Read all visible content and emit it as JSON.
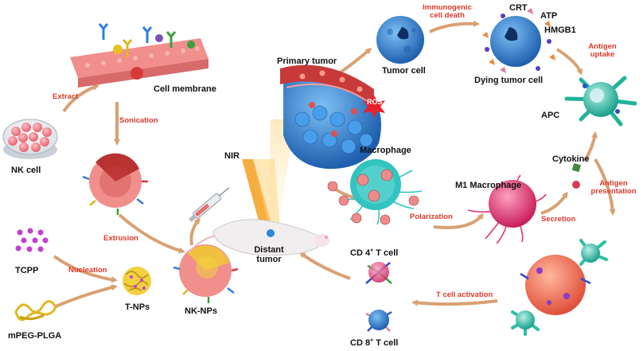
{
  "labels": {
    "nk_cell": "NK cell",
    "cell_membrane": "Cell membrane",
    "tcpp": "TCPP",
    "mpeg_plga": "mPEG-PLGA",
    "t_nps": "T-NPs",
    "nk_nps": "NK-NPs",
    "nir": "NIR",
    "distant_tumor": "Distant\ntumor",
    "primary_tumor": "Primary tumor",
    "ros": "ROS",
    "tumor_cell": "Tumor cell",
    "dying_tumor_cell": "Dying tumor cell",
    "crt": "CRT",
    "atp": "ATP",
    "hmgb1": "HMGB1",
    "apc": "APC",
    "macrophage": "Macrophage",
    "m1_macrophage": "M1 Macrophage",
    "cytokine": "Cytokine",
    "cd4_prefix": "CD 4",
    "cd4_sup": "+",
    "cd4_suffix": " T cell",
    "cd8_prefix": "CD 8",
    "cd8_sup": "+",
    "cd8_suffix": " T cell"
  },
  "steps": {
    "extract": "Extract",
    "sonication": "Sonication",
    "extrusion": "Extrusion",
    "nucleation": "Nucleation",
    "immunogenic_cell_death": "Immunogenic\ncell death",
    "antigen_uptake": "Antigen\nuptake",
    "antigen_presentation": "Antigen\npresentation",
    "polarization": "Polarization",
    "secretion": "Secretion",
    "t_cell_activation": "T cell activation"
  },
  "colors": {
    "arrow": "#d9a173",
    "step_text": "#d83a2a",
    "membrane": "#f08f8c",
    "nk_cell": "#f25a6a",
    "tumor": "#2f86d8",
    "apc": "#2bbfa4",
    "macrophage": "#33c4c0",
    "m1": "#e0356e",
    "tcpp": "#c53fd0",
    "plga": "#e0b820",
    "ros": "#e8202a"
  }
}
